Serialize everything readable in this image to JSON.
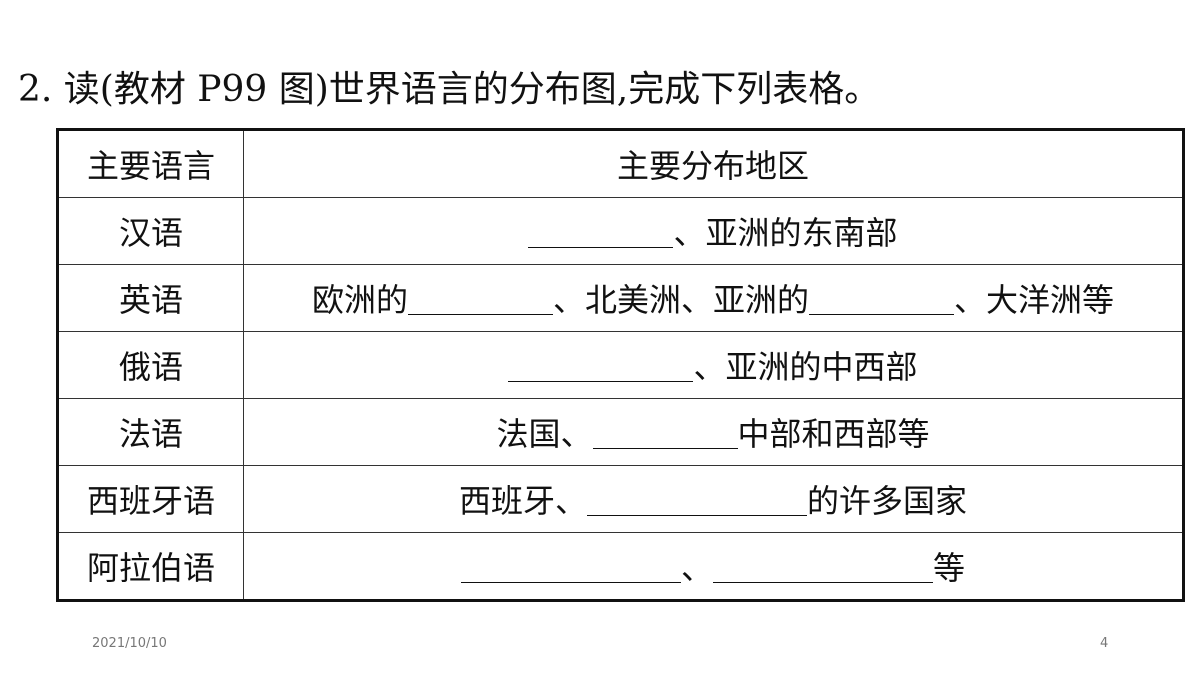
{
  "question": {
    "text": "2. 读(教材 P99 图)世界语言的分布图,完成下列表格。"
  },
  "table": {
    "headers": [
      "主要语言",
      "主要分布地区"
    ],
    "rows": [
      {
        "language": "汉语",
        "before": "",
        "mid1": "",
        "mid2": "",
        "after": "、亚洲的东南部"
      },
      {
        "language": "英语",
        "before": "欧洲的",
        "mid1": "、北美洲、亚洲的",
        "mid2": "",
        "after": "、大洋洲等"
      },
      {
        "language": "俄语",
        "before": "",
        "mid1": "",
        "mid2": "",
        "after": "、亚洲的中西部"
      },
      {
        "language": "法语",
        "before": "法国、",
        "mid1": "",
        "mid2": "",
        "after": "中部和西部等"
      },
      {
        "language": "西班牙语",
        "before": "西班牙、",
        "mid1": "",
        "mid2": "",
        "after": "的许多国家"
      },
      {
        "language": "阿拉伯语",
        "before": "",
        "mid1": "、",
        "mid2": "",
        "after": "等"
      }
    ]
  },
  "footer": {
    "date": "2021/10/10",
    "page": "4"
  }
}
